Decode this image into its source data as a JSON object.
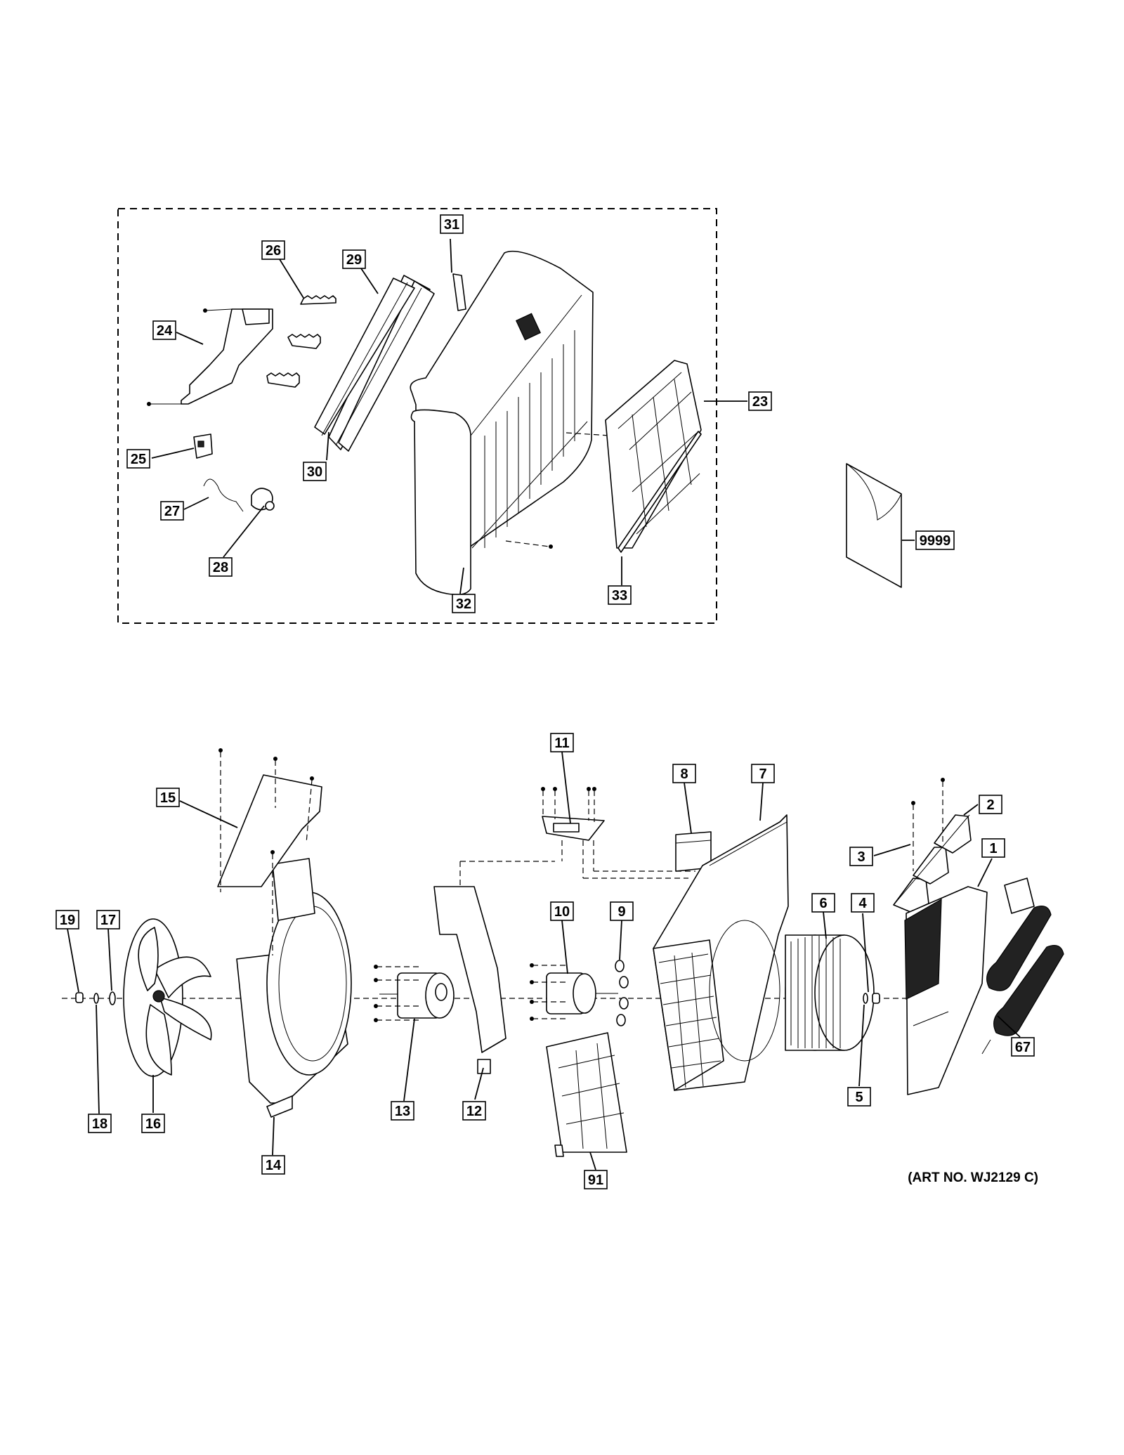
{
  "callouts": {
    "c1": "1",
    "c2": "2",
    "c3": "3",
    "c4": "4",
    "c5": "5",
    "c6": "6",
    "c7": "7",
    "c8": "8",
    "c9": "9",
    "c10": "10",
    "c11": "11",
    "c12": "12",
    "c13": "13",
    "c14": "14",
    "c15": "15",
    "c16": "16",
    "c17": "17",
    "c18": "18",
    "c19": "19",
    "c23": "23",
    "c24": "24",
    "c25": "25",
    "c26": "26",
    "c27": "27",
    "c28": "28",
    "c29": "29",
    "c30": "30",
    "c31": "31",
    "c32": "32",
    "c33": "33",
    "c67": "67",
    "c91": "91",
    "c9999": "9999"
  },
  "art_number": "(ART NO. WJ2129 C)"
}
